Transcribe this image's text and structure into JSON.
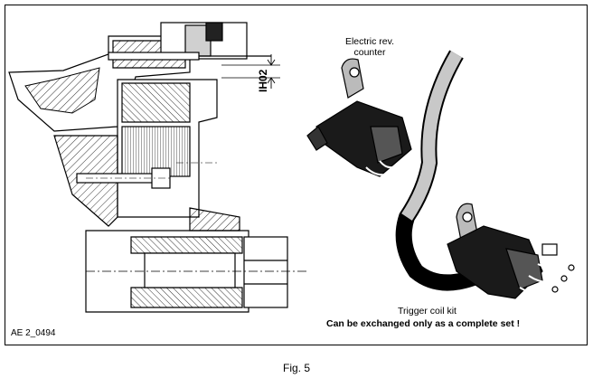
{
  "labels": {
    "electric_rev_counter": [
      "Electric rev.",
      "counter"
    ],
    "trigger_coil_kit": "Trigger coil kit",
    "exchange_note": "Can be exchanged only as a complete set !",
    "dimension": "IH02",
    "drawing_code": "AE 2_0494"
  },
  "caption": "Fig. 5",
  "icons": [
    "cross-section-drawing",
    "electric-rev-counter-sensor",
    "trigger-coil-kit-sensor"
  ],
  "colors": {
    "line": "#000000",
    "background": "#ffffff",
    "cable": "#c8c8c8"
  }
}
